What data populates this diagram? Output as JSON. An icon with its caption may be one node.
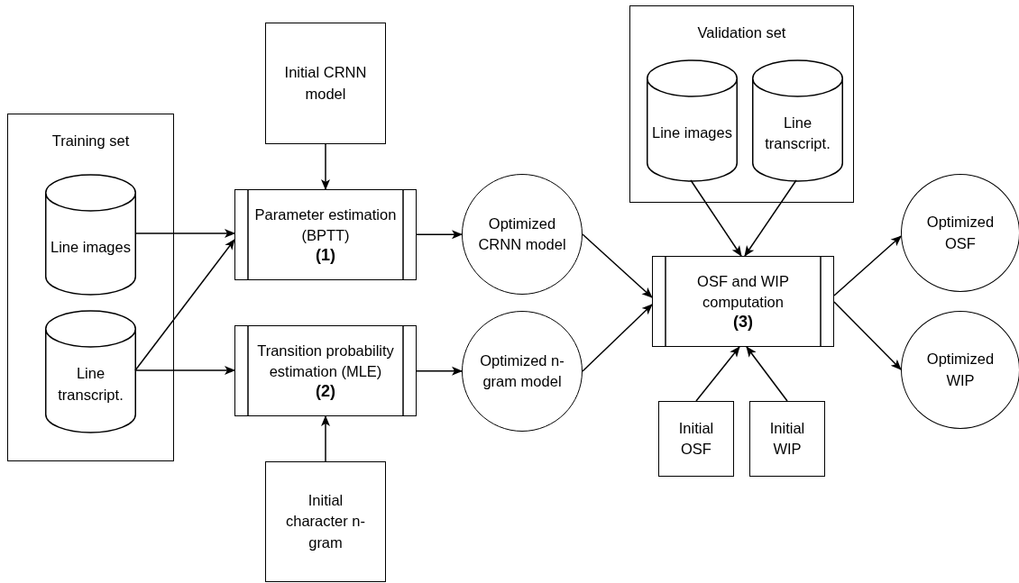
{
  "diagram": {
    "nodes": [
      {
        "text": [
          "Training set"
        ]
      },
      {
        "text": [
          "Line images"
        ],
        "in": 0
      },
      {
        "text": [
          "Line transcript."
        ],
        "in": 0
      },
      {
        "text": [
          "Initial CRNN model"
        ]
      },
      {
        "text": [
          "Parameter estimation (BPTT)",
          "(1)"
        ]
      },
      {
        "text": [
          "Transition probability estimation (MLE)",
          "(2)"
        ]
      },
      {
        "text": [
          "Initial character n-gram"
        ]
      },
      {
        "text": [
          "Optimized CRNN model"
        ]
      },
      {
        "text": [
          "Optimized n-gram model"
        ]
      },
      {
        "text": [
          "Validation set"
        ]
      },
      {
        "text": [
          "Line images"
        ],
        "in": 9
      },
      {
        "text": [
          "Line transcript."
        ],
        "in": 9
      },
      {
        "text": [
          "OSF and WIP computation",
          "(3)"
        ]
      },
      {
        "text": [
          "Initial OSF"
        ]
      },
      {
        "text": [
          "Initial WIP"
        ]
      },
      {
        "text": [
          "Optimized OSF"
        ]
      },
      {
        "text": [
          "Optimized WIP"
        ]
      }
    ],
    "edges": [
      {
        "from": 3,
        "to": 4,
        "arrow": "to"
      },
      {
        "from": 1,
        "to": 4,
        "arrow": "to"
      },
      {
        "from": 2,
        "to": 4,
        "arrow": "to"
      },
      {
        "from": 2,
        "to": 5,
        "arrow": "to"
      },
      {
        "from": 6,
        "to": 5,
        "arrow": "to"
      },
      {
        "from": 4,
        "to": 7,
        "arrow": "to"
      },
      {
        "from": 5,
        "to": 8,
        "arrow": "to"
      },
      {
        "from": 7,
        "to": 12,
        "arrow": "to"
      },
      {
        "from": 8,
        "to": 12,
        "arrow": "to"
      },
      {
        "from": 10,
        "to": 12,
        "arrow": "to"
      },
      {
        "from": 11,
        "to": 12,
        "arrow": "to"
      },
      {
        "from": 13,
        "to": 12,
        "arrow": "to"
      },
      {
        "from": 14,
        "to": 12,
        "arrow": "to"
      },
      {
        "from": 12,
        "to": 15,
        "arrow": "to"
      },
      {
        "from": 12,
        "to": 16,
        "arrow": "to"
      }
    ]
  }
}
